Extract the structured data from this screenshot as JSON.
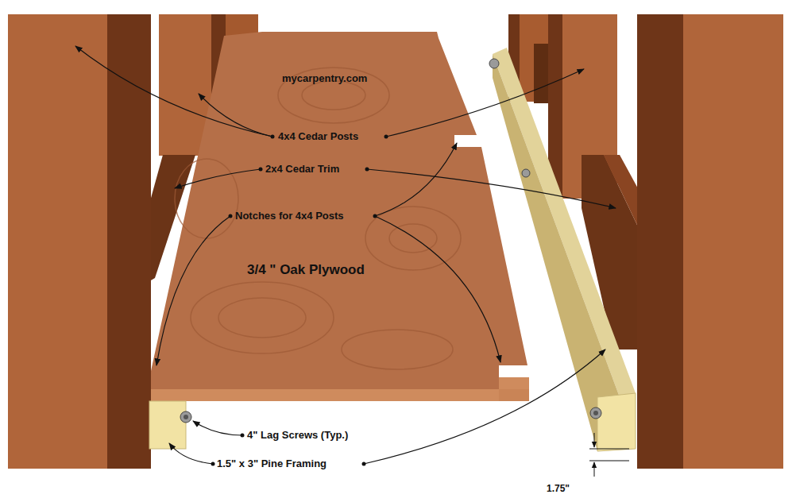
{
  "diagram": {
    "labels": [
      "mycarpentry.com",
      "4x4 Cedar Posts",
      "2x4 Cedar Trim",
      "Notches for 4x4 Posts",
      "3/4 \" Oak Plywood",
      "4\" Lag Screws (Typ.)",
      "1.5\" x 3\" Pine Framing",
      "1.75\""
    ]
  }
}
